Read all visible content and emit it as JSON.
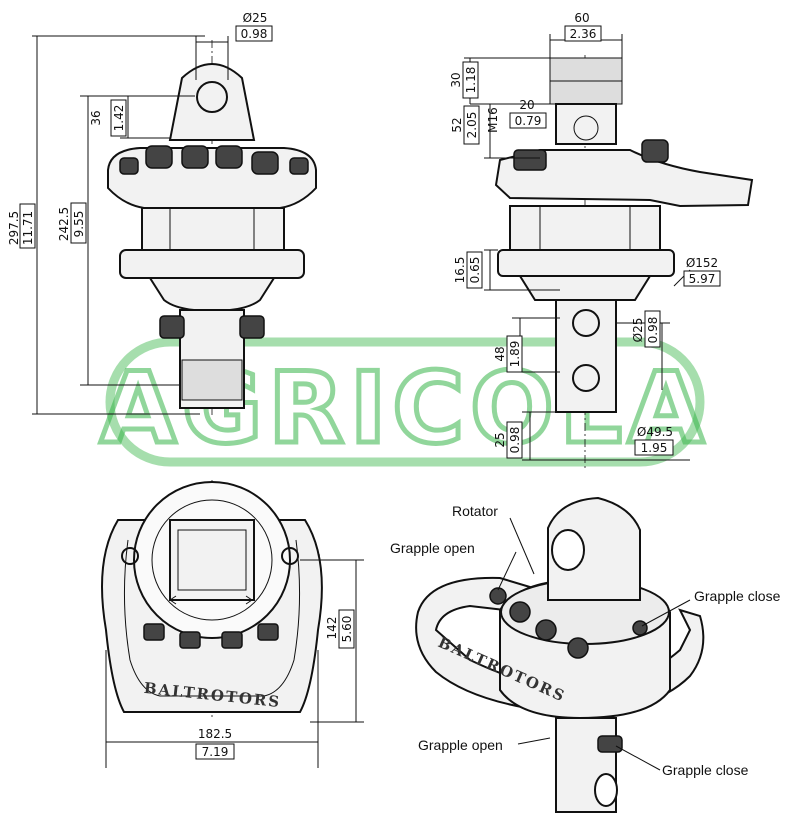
{
  "watermark": {
    "text": "AGRICOLA",
    "color": "#39b54a"
  },
  "front_view": {
    "dim_diameter_pin": {
      "mm": "Ø25",
      "in": "0.98"
    },
    "dim_total_height": {
      "mm": "297.5",
      "in": "11.71"
    },
    "dim_body_height": {
      "mm": "242.5",
      "in": "9.55"
    },
    "dim_eye_offset": {
      "mm": "36",
      "in": "1.42"
    }
  },
  "side_view": {
    "dim_width_top": {
      "mm": "60",
      "in": "2.36"
    },
    "dim_top_30": {
      "mm": "30",
      "in": "1.18"
    },
    "dim_port_20": {
      "mm": "20",
      "in": "0.79"
    },
    "dim_port_52": {
      "mm": "52",
      "in": "2.05"
    },
    "thread": "M16",
    "dim_flange_16_5": {
      "mm": "16.5",
      "in": "0.65"
    },
    "dim_flange_diameter": {
      "mm": "Ø152",
      "in": "5.97"
    },
    "dim_hole_diameter": {
      "mm": "Ø25",
      "in": "0.98"
    },
    "dim_hole_spacing": {
      "mm": "48",
      "in": "1.89"
    },
    "dim_shaft_end": {
      "mm": "25",
      "in": "0.98"
    },
    "dim_shaft_diameter": {
      "mm": "Ø49.5",
      "in": "1.95"
    }
  },
  "top_view": {
    "dim_depth": {
      "mm": "142",
      "in": "5.60"
    },
    "dim_width": {
      "mm": "182.5",
      "in": "7.19"
    },
    "brand": "BALTROTORS"
  },
  "iso_view": {
    "label_rotator": "Rotator",
    "label_grapple_open_top": "Grapple open",
    "label_grapple_close_right": "Grapple close",
    "label_grapple_open_bottom": "Grapple open",
    "label_grapple_close_bottom": "Grapple close",
    "brand": "BALTROTORS"
  }
}
